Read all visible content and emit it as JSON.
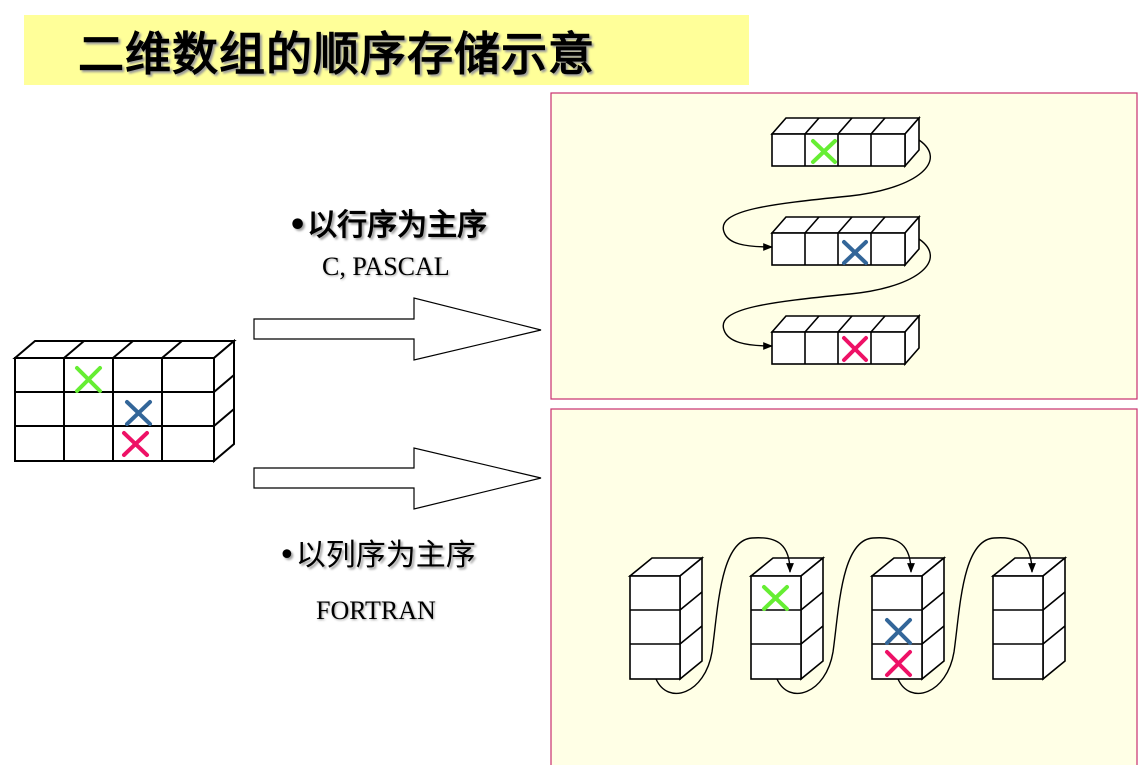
{
  "title": "二维数组的顺序存储示意",
  "row_major": {
    "bullet": "•以行序为主序",
    "languages": "C, PASCAL"
  },
  "col_major": {
    "bullet": "•以列序为主序",
    "languages": "FORTRAN"
  },
  "colors": {
    "title_bg": "#ffff99",
    "panel_bg": "#ffffe6",
    "panel_border": "#c8306e",
    "mark_green": "#66ee33",
    "mark_blue": "#336699",
    "mark_pink": "#ee1166"
  }
}
